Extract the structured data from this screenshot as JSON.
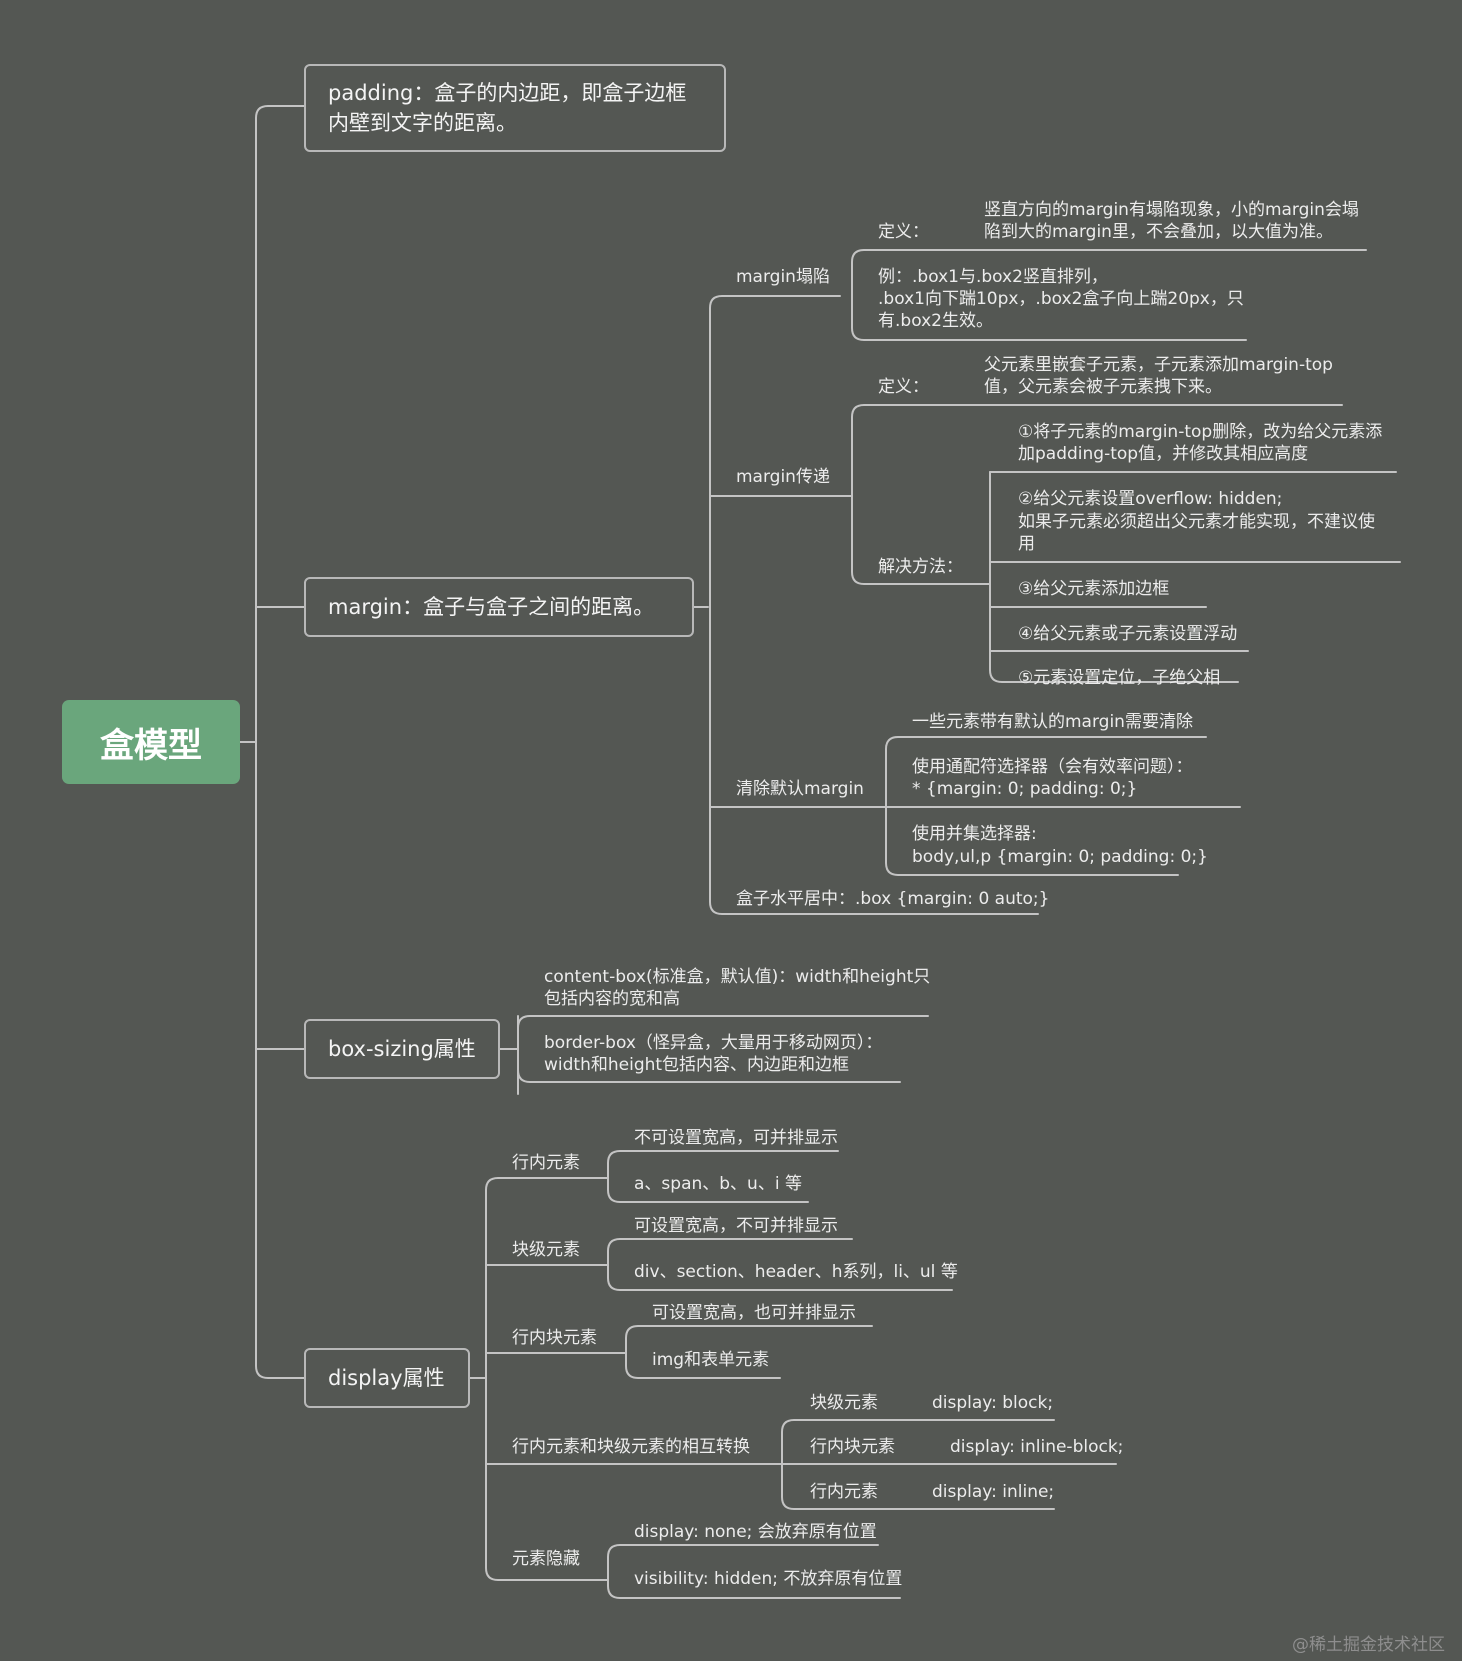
{
  "root": {
    "label": "盒模型"
  },
  "padding": {
    "line1": "padding：盒子的内边距，即盒子边框",
    "line2": "内壁到文字的距离。"
  },
  "margin": {
    "label": "margin：盒子与盒子之间的距离。",
    "collapse": {
      "label": "margin塌陷",
      "def_label": "定义：",
      "def_line1": "竖直方向的margin有塌陷现象，小的margin会塌",
      "def_line2": "陷到大的margin里，不会叠加，以大值为准。",
      "ex_line1": "例：.box1与.box2竖直排列，",
      "ex_line2": ".box1向下踹10px，.box2盒子向上踹20px，只",
      "ex_line3": "有.box2生效。"
    },
    "transfer": {
      "label": "margin传递",
      "def_label": "定义：",
      "def_line1": "父元素里嵌套子元素，子元素添加margin-top",
      "def_line2": "值，父元素会被子元素拽下来。",
      "sol_label": "解决方法：",
      "sol1_line1": "①将子元素的margin-top删除，改为给父元素添",
      "sol1_line2": "加padding-top值，并修改其相应高度",
      "sol2_line1": "②给父元素设置overflow: hidden;",
      "sol2_line2": " 如果子元素必须超出父元素才能实现，不建议使",
      "sol2_line3": "用",
      "sol3": "③给父元素添加边框",
      "sol4": "④给父元素或子元素设置浮动",
      "sol5": "⑤元素设置定位，子绝父相"
    },
    "clear": {
      "label": "清除默认margin",
      "item1": "一些元素带有默认的margin需要清除",
      "item2_line1": "使用通配符选择器（会有效率问题）：",
      "item2_line2": " * {margin: 0; padding: 0;}",
      "item3_line1": "使用并集选择器:",
      "item3_line2": " body,ul,p {margin: 0; padding: 0;}"
    },
    "center": "盒子水平居中：.box {margin: 0 auto;}"
  },
  "box_sizing": {
    "label": "box-sizing属性",
    "content_line1": "content-box(标准盒，默认值)：width和height只",
    "content_line2": "包括内容的宽和高",
    "border_line1": "border-box（怪异盒，大量用于移动网页）：",
    "border_line2": "width和height包括内容、内边距和边框"
  },
  "display": {
    "label": "display属性",
    "inline": {
      "label": "行内元素",
      "item1": "不可设置宽高，可并排显示",
      "item2": "a、span、b、u、i 等"
    },
    "block": {
      "label": "块级元素",
      "item1": "可设置宽高，不可并排显示",
      "item2": "div、section、header、h系列，li、ul 等"
    },
    "inline_block": {
      "label": "行内块元素",
      "item1": "可设置宽高，也可并排显示",
      "item2": "img和表单元素"
    },
    "convert": {
      "label": "行内元素和块级元素的相互转换",
      "r1_label": "块级元素",
      "r1_value": "display: block;",
      "r2_label": "行内块元素",
      "r2_value": "display: inline-block;",
      "r3_label": "行内元素",
      "r3_value": "display: inline;"
    },
    "hide": {
      "label": "元素隐藏",
      "item1": "display: none; 会放弃原有位置",
      "item2": "visibility: hidden; 不放弃原有位置"
    }
  },
  "watermark": "@稀土掘金技术社区"
}
